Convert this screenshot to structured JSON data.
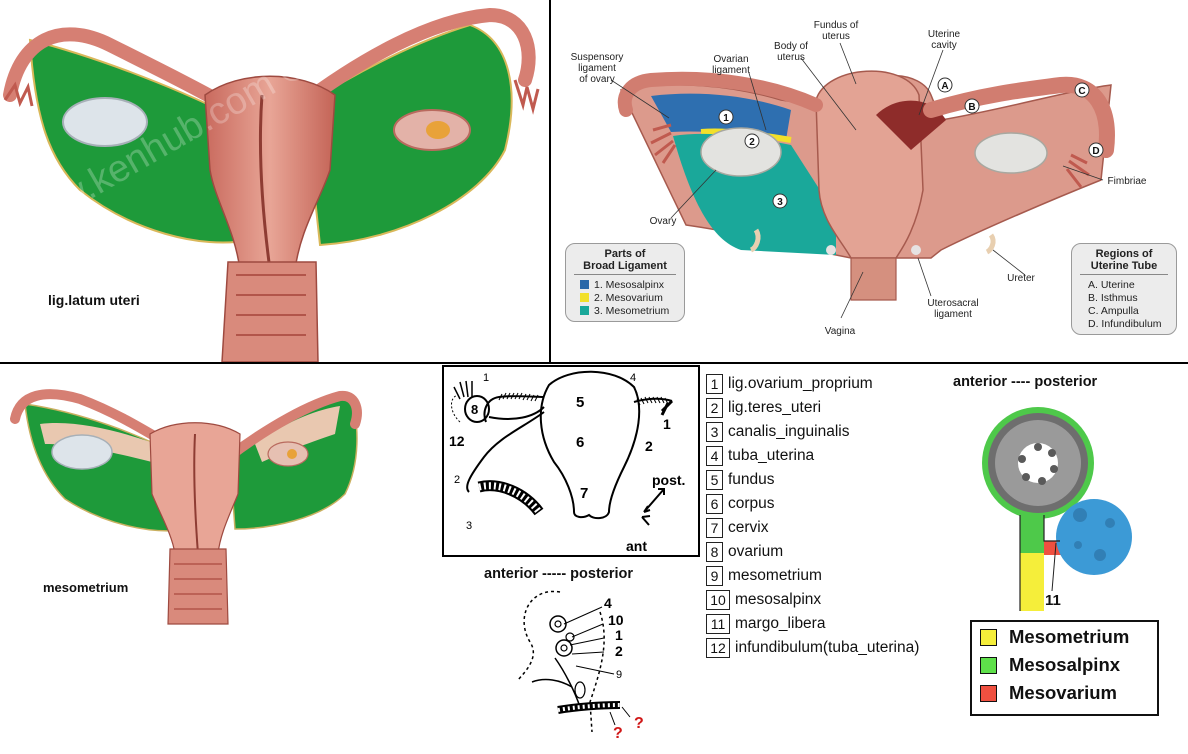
{
  "watermark": "www.kenhub.com ©",
  "top_left": {
    "label": "lig.latum uteri"
  },
  "bottom_left": {
    "label": "mesometrium"
  },
  "top_right": {
    "labels": {
      "suspensory": [
        "Suspensory",
        "ligament",
        "of ovary"
      ],
      "ovarian": [
        "Ovarian",
        "ligament"
      ],
      "body": [
        "Body of",
        "uterus"
      ],
      "fundus": [
        "Fundus of",
        "uterus"
      ],
      "cavity": [
        "Uterine",
        "cavity"
      ],
      "fimbriae": "Fimbriae",
      "ovary": "Ovary",
      "ureter": "Ureter",
      "vagina": "Vagina",
      "uterosacral": [
        "Uterosacral",
        "ligament"
      ]
    },
    "markers": {
      "one": "1",
      "two": "2",
      "three": "3",
      "a": "A",
      "b": "B",
      "c": "C",
      "d": "D"
    },
    "broad_legend": {
      "title": [
        "Parts of",
        "Broad Ligament"
      ],
      "items": [
        {
          "text": "1. Mesosalpinx",
          "color": "#2a68a8"
        },
        {
          "text": "2. Mesovarium",
          "color": "#f2e02a"
        },
        {
          "text": "3. Mesometrium",
          "color": "#1aa89a"
        }
      ]
    },
    "tube_legend": {
      "title": [
        "Regions of",
        "Uterine Tube"
      ],
      "items": [
        "A. Uterine",
        "B. Isthmus",
        "C. Ampulla",
        "D. Infundibulum"
      ]
    }
  },
  "center_box": {
    "nums": {
      "n1a": "1",
      "n1b": "1",
      "n2a": "2",
      "n2b": "2",
      "n3": "3",
      "n4": "4",
      "n5": "5",
      "n6": "6",
      "n7": "7",
      "n8": "8",
      "n12": "12"
    },
    "post": "post.",
    "ant": "ant"
  },
  "section_diagram": {
    "title": "anterior ----- posterior",
    "nums": {
      "n4": "4",
      "n10": "10",
      "n1": "1",
      "n2": "2",
      "n9": "9"
    },
    "q1": "?",
    "q2": "?"
  },
  "numbered_list": [
    {
      "num": "1",
      "text": "lig.ovarium_proprium"
    },
    {
      "num": "2",
      "text": "lig.teres_uteri"
    },
    {
      "num": "3",
      "text": "canalis_inguinalis"
    },
    {
      "num": "4",
      "text": "tuba_uterina"
    },
    {
      "num": "5",
      "text": "fundus"
    },
    {
      "num": "6",
      "text": "corpus"
    },
    {
      "num": "7",
      "text": "cervix"
    },
    {
      "num": "8",
      "text": "ovarium"
    },
    {
      "num": "9",
      "text": "mesometrium"
    },
    {
      "num": "10",
      "text": "mesosalpinx"
    },
    {
      "num": "11",
      "text": "margo_libera"
    },
    {
      "num": "12",
      "text": "infundibulum(tuba_uterina)"
    }
  ],
  "right_diagram": {
    "title": "anterior ---- posterior",
    "num11": "11",
    "key": [
      {
        "label": "Mesometrium",
        "color": "#f5ee3a"
      },
      {
        "label": "Mesosalpinx",
        "color": "#5ee04a"
      },
      {
        "label": "Mesovarium",
        "color": "#ef5040"
      }
    ]
  }
}
